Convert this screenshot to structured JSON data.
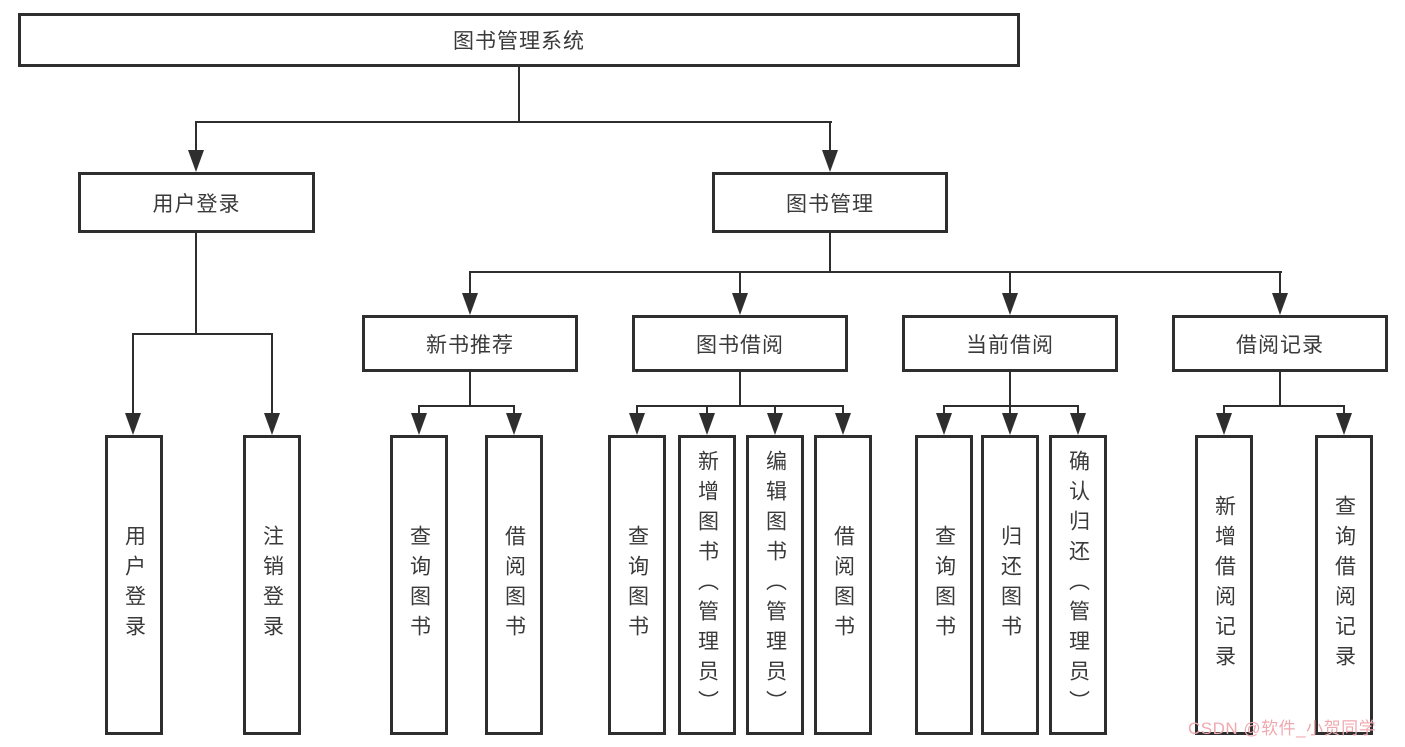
{
  "nodes": {
    "root": "图书管理系统",
    "login": "用户登录",
    "mgmt": "图书管理",
    "login_children": [
      "用户登录",
      "注销登录"
    ],
    "mgmt_children": [
      "新书推荐",
      "图书借阅",
      "当前借阅",
      "借阅记录"
    ],
    "newbook_children": [
      "查询图书",
      "借阅图书"
    ],
    "borrow_children": [
      "查询图书",
      "新增图书（管理员）",
      "编辑图书（管理员）",
      "借阅图书"
    ],
    "current_children": [
      "查询图书",
      "归还图书",
      "确认归还（管理员）"
    ],
    "record_children": [
      "新增借阅记录",
      "查询借阅记录"
    ]
  },
  "watermark": {
    "text": "CSDN @软件_小贺同学"
  },
  "colors": {
    "line": "#2e2e2e",
    "text": "#3a3a3a",
    "background": "#ffffff",
    "watermark": "#efa9b0"
  }
}
